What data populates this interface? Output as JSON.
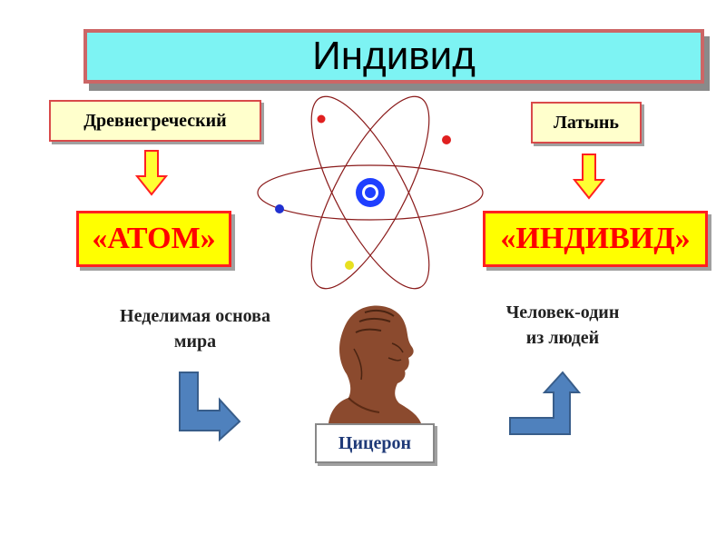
{
  "title": "Индивид",
  "left": {
    "language": "Древнегреческий",
    "word": "«АТОМ»",
    "meaning_lines": [
      "Неделимая основа",
      "мира"
    ]
  },
  "right": {
    "language": "Латынь",
    "word": "«ИНДИВИД»",
    "meaning_lines": [
      "Человек-один",
      "из людей"
    ]
  },
  "person_label": "Цицерон",
  "icons": {
    "atom": "atom-icon",
    "bust": "cicero-bust-icon",
    "down_arrow": "down-arrow-icon",
    "bent_arrow": "bent-arrow-icon"
  },
  "colors": {
    "title_bg": "#7df3f3",
    "title_border": "#cc6666",
    "word_bg": "#ffff00",
    "word_text": "#ff0000",
    "arrow_blue": "#4f81bd",
    "nucleus": "#1f3fff"
  }
}
